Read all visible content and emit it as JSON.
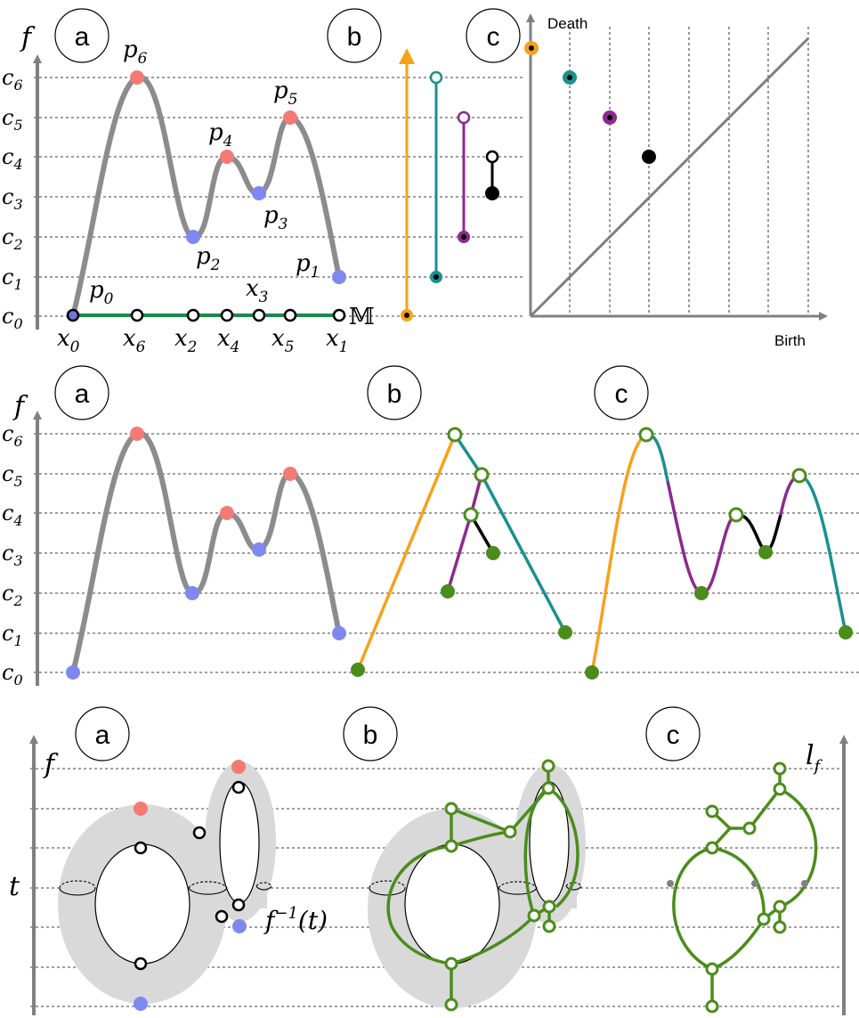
{
  "panel_letters": {
    "a": "a",
    "b": "b",
    "c": "c"
  },
  "axis": {
    "f": "f",
    "c_ticks": [
      "c0",
      "c1",
      "c2",
      "c3",
      "c4",
      "c5",
      "c6"
    ],
    "t": "t",
    "l_f": "l_f",
    "death": "Death",
    "birth": "Birth"
  },
  "row1": {
    "points": {
      "p0": "p0",
      "p1": "p1",
      "p2": "p2",
      "p3": "p3",
      "p4": "p4",
      "p5": "p5",
      "p6": "p6"
    },
    "domain": {
      "x0": "x0",
      "x6": "x6",
      "x2": "x2",
      "x4": "x4",
      "x5": "x5",
      "x1": "x1",
      "x3": "x3",
      "M": "𝕄"
    }
  },
  "row3": {
    "preimage_label": "f^{-1}(t)"
  },
  "colors": {
    "max": "#f47a74",
    "min": "#7f88f0",
    "gray_curve": "#8c8c8c",
    "orange": "#f7a11a",
    "teal": "#1b9090",
    "purple": "#8b2a8f",
    "black": "#000000",
    "green": "#4c8c1c",
    "green_domain": "#1a8a4a",
    "surface": "#d9d9d9",
    "axis_gray": "#808080"
  }
}
